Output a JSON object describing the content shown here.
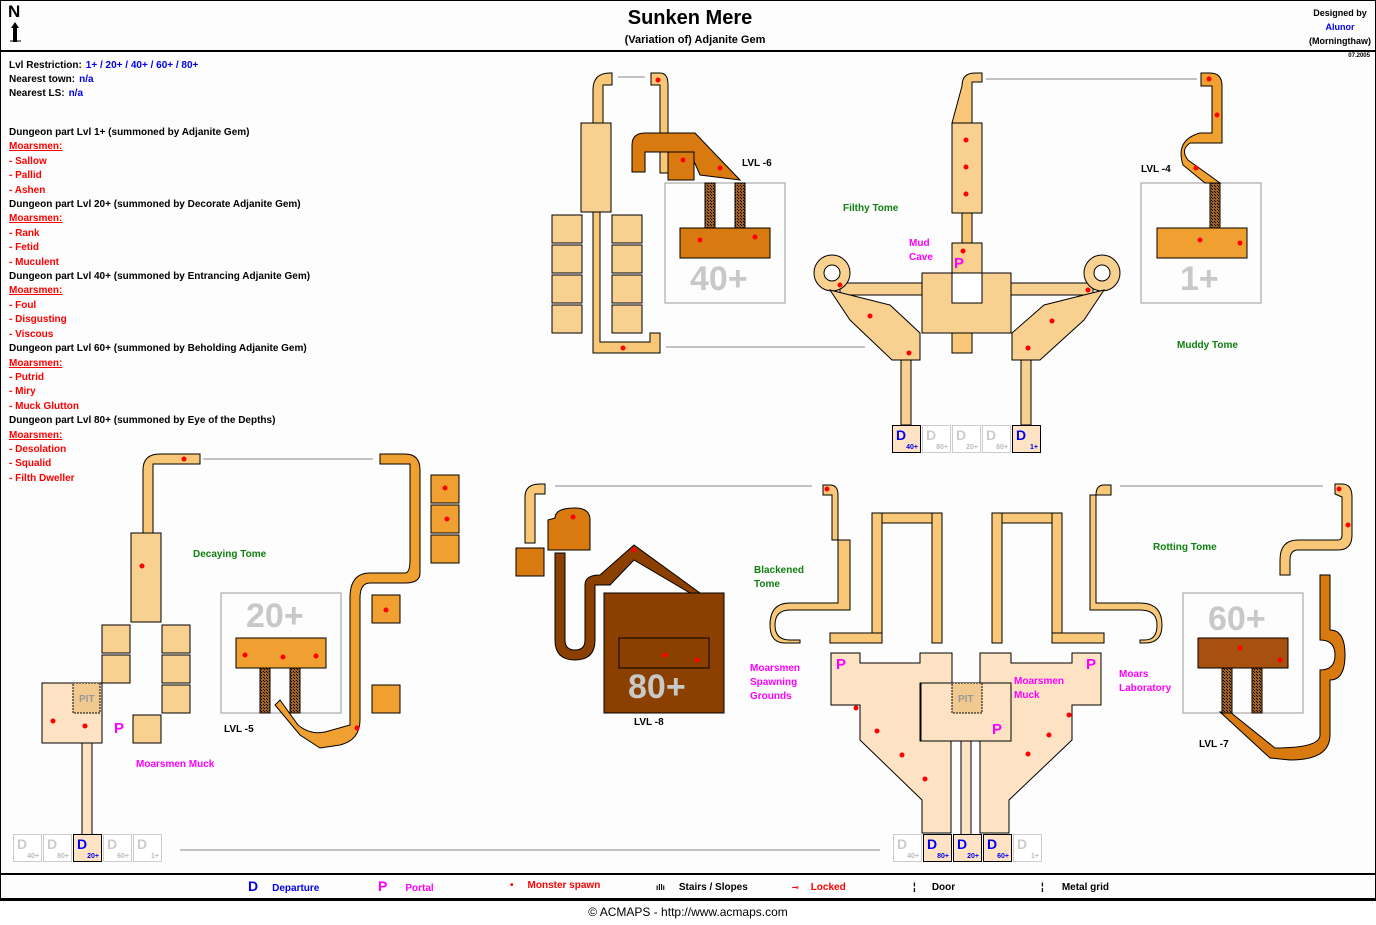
{
  "header": {
    "north_label": "N",
    "title": "Sunken Mere",
    "subtitle": "(Variation of) Adjanite Gem",
    "designed_by_label": "Designed by",
    "designer": "Alunor",
    "designer_server": "(Morningthaw)",
    "date": "07.2005"
  },
  "info": {
    "lvl_restriction_label": "Lvl Restriction:",
    "lvl_restriction_value": "1+ / 20+ / 40+ / 60+ / 80+",
    "nearest_town_label": "Nearest town:",
    "nearest_town_value": "n/a",
    "nearest_ls_label": "Nearest LS:",
    "nearest_ls_value": "n/a"
  },
  "parts": [
    {
      "header": "Dungeon part Lvl 1+ (summoned by Adjanite Gem)",
      "group": "Moarsmen:",
      "mobs": [
        "- Sallow",
        "- Pallid",
        "- Ashen"
      ]
    },
    {
      "header": "Dungeon part Lvl 20+ (summoned by Decorate Adjanite Gem)",
      "group": "Moarsmen:",
      "mobs": [
        "- Rank",
        "- Fetid",
        "- Muculent"
      ]
    },
    {
      "header": "Dungeon part Lvl 40+ (summoned by Entrancing Adjanite Gem)",
      "group": "Moarsmen:",
      "mobs": [
        "- Foul",
        "- Disgusting",
        "- Viscous"
      ]
    },
    {
      "header": "Dungeon part Lvl 60+ (summoned by Beholding Adjanite Gem)",
      "group": "Moarsmen:",
      "mobs": [
        "- Putrid",
        "- Miry",
        "- Muck Glutton"
      ]
    },
    {
      "header": "Dungeon part Lvl 80+ (summoned by Eye of the Depths)",
      "group": "Moarsmen:",
      "mobs": [
        "- Desolation",
        "- Squalid",
        "- Filth Dweller"
      ]
    }
  ],
  "map_labels": {
    "lvl6": "LVL -6",
    "lvl4": "LVL -4",
    "lvl5": "LVL -5",
    "lvl8": "LVL -8",
    "lvl7": "LVL -7",
    "filthy_tome": "Filthy Tome",
    "muddy_tome": "Muddy Tome",
    "decaying_tome": "Decaying Tome",
    "blackened_tome_1": "Blackened",
    "blackened_tome_2": "Tome",
    "rotting_tome": "Rotting Tome",
    "mud_cave_1": "Mud",
    "mud_cave_2": "Cave",
    "moarsmen_muck_left": "Moarsmen Muck",
    "spawning_1": "Moarsmen",
    "spawning_2": "Spawning",
    "spawning_3": "Grounds",
    "muck_right_1": "Moarsmen",
    "muck_right_2": "Muck",
    "lab_1": "Moars",
    "lab_2": "Laboratory",
    "pit": "PIT",
    "zone_40": "40+",
    "zone_1": "1+",
    "zone_20": "20+",
    "zone_80": "80+",
    "zone_60": "60+",
    "portal": "P",
    "departure": "D"
  },
  "departures": {
    "top": [
      "40+",
      "80+",
      "20+",
      "60+",
      "1+"
    ],
    "top_active": [
      true,
      false,
      false,
      false,
      true
    ],
    "bottom_left": [
      "40+",
      "80+",
      "20+",
      "60+",
      "1+"
    ],
    "bottom_left_active": [
      false,
      false,
      true,
      false,
      false
    ],
    "bottom_right": [
      "40+",
      "80+",
      "20+",
      "60+",
      "1+"
    ],
    "bottom_right_active": [
      false,
      true,
      true,
      true,
      false
    ]
  },
  "legend": {
    "departure_glyph": "D",
    "departure": "Departure",
    "portal_glyph": "P",
    "portal": "Portal",
    "spawn_glyph": "•",
    "spawn": "Monster spawn",
    "stairs": "Stairs / Slopes",
    "locked": "Locked",
    "door": "Door",
    "grid": "Metal grid"
  },
  "colors": {
    "light_tan": "#f8d090",
    "orange": "#f0a030",
    "dark_orange": "#d87a10",
    "brown": "#8b3e00",
    "pale": "#fde3c4",
    "spawn": "#ff0000",
    "departure": "#0000ee",
    "portal": "#ff00ff",
    "tome": "#108010"
  },
  "footer": "© ACMAPS - http://www.acmaps.com"
}
